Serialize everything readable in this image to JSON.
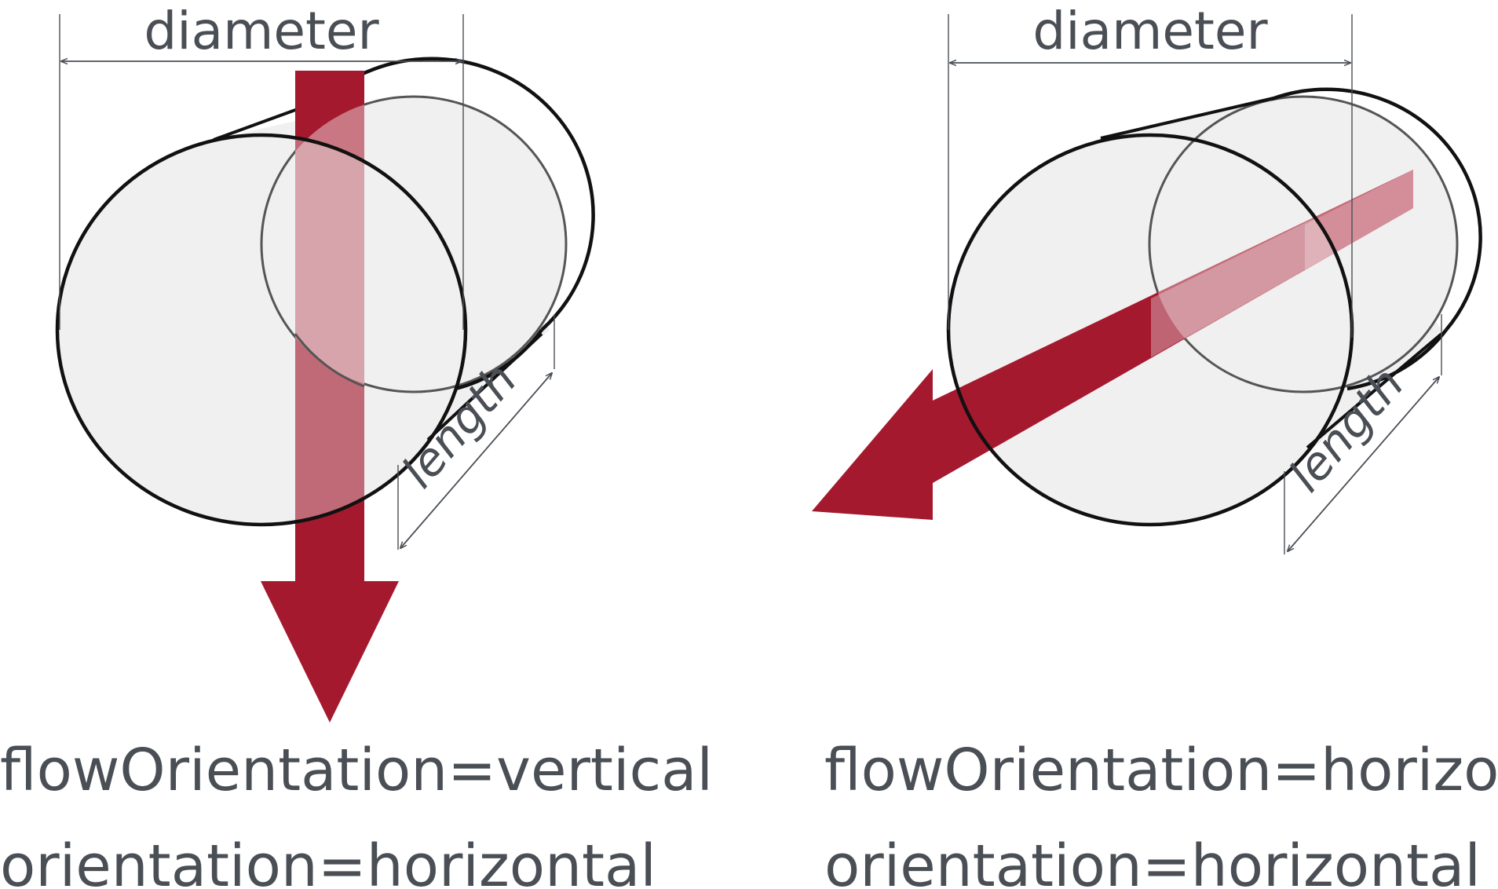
{
  "colors": {
    "arrow": "#a5192e",
    "text": "#4a4f55",
    "cylinder_fill": "#f0f0f0",
    "outline": "#111111"
  },
  "diagrams": [
    {
      "dimension_diameter": "diameter",
      "dimension_length": "length",
      "caption_line1": "flowOrientation=vertical",
      "caption_line2": "orientation=horizontal"
    },
    {
      "dimension_diameter": "diameter",
      "dimension_length": "length",
      "caption_line1": "flowOrientation=horizontal",
      "caption_line2": "orientation=horizontal"
    }
  ]
}
